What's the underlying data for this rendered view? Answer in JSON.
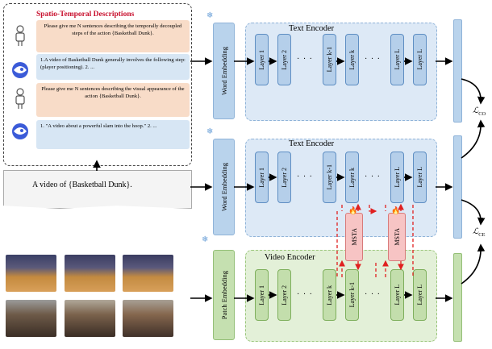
{
  "prompt_panel": {
    "title": "Spatio-Temporal Descriptions",
    "user_msg_1": "Please give me N sentences describing the temporally decoupled steps of the action {Basketball Dunk}.",
    "bot_msg_1": "1.A video of Basketball Dunk generally involves the following step: (player positioning). 2. ...",
    "user_msg_2": "Please give me N sentences describing the visual appearance of the action {Basketball Dunk}.",
    "bot_msg_2": "1. \"A video about a powerful slam into the hoop.\" 2. ..."
  },
  "video_caption": "A video of  {Basketball Dunk}.",
  "word_embedding": "Word Embedding",
  "patch_embedding": "Patch Embedding",
  "text_encoder_title": "Text Encoder",
  "video_encoder_title": "Video Encoder",
  "top_layers": [
    "Layer 1",
    "Layer 2",
    "Layer k-1",
    "Layer k",
    "Layer L",
    "Layer L"
  ],
  "mid_layers": [
    "Layer 1",
    "Layer 2",
    "Layer k-1",
    "Layer k",
    "Layer L",
    "Layer L"
  ],
  "bot_layers": [
    "Layer 1",
    "Layer 2",
    "Layer k",
    "Layer k-1",
    "Layer L",
    "Layer L"
  ],
  "msta": [
    "MSTA",
    "MSTA"
  ],
  "dots": "· · ·",
  "loss_co": {
    "main": "ℒ",
    "sub": "CO"
  },
  "loss_ce": {
    "main": "ℒ",
    "sub": "CE"
  },
  "colors": {
    "text_encoder": "#dde9f6",
    "video_encoder": "#e3f0d8",
    "msta": "#f7c4c4",
    "title_red": "#c8102e"
  }
}
